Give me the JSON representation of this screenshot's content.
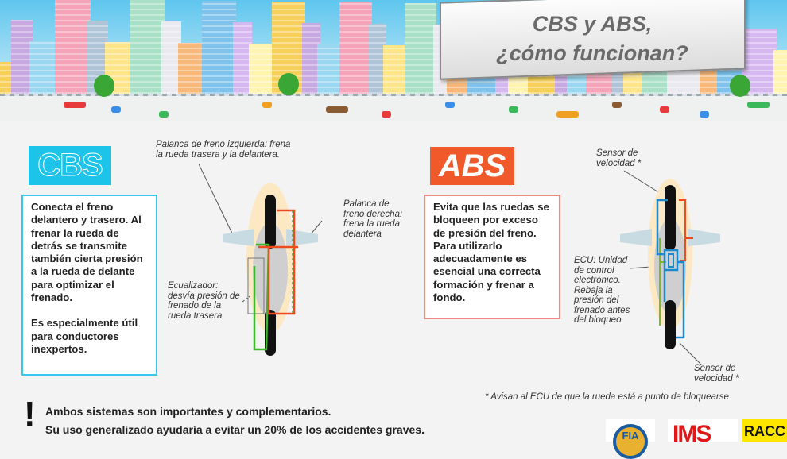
{
  "header": {
    "title_line1": "CBS y ABS,",
    "title_line2": "¿cómo funcionan?"
  },
  "cbs": {
    "logo": "CBS",
    "description": "Conecta el freno delantero y trasero. Al frenar la rueda de detrás se transmite también cierta presión a la rueda de delante para optimizar el frenado.",
    "note": "Es especialmente útil para conductores inexpertos.",
    "labels": {
      "left_lever": "Palanca de freno izquierda: frena la rueda trasera y  la delantera.",
      "right_lever": "Palanca de freno derecha: frena la rueda delantera",
      "equalizer": "Ecualizador: desvía presión de frenado de la rueda trasera"
    }
  },
  "abs": {
    "logo": "ABS",
    "description": "Evita que las ruedas se bloqueen por exceso de presión del freno. Para utilizarlo adecuadamente es esencial una correcta formación y frenar a fondo.",
    "labels": {
      "sensor_top": "Sensor de velocidad *",
      "ecu": "ECU: Unidad de control electrónico. Rebaja la presión del frenado antes del bloqueo",
      "sensor_bottom": "Sensor de velocidad *"
    }
  },
  "footnote": "* Avisan al ECU de que la rueda está a punto de bloquearse",
  "bottom": {
    "icon": "exclamation-icon",
    "mark": "!",
    "line1": "Ambos sistemas son importantes y complementarios.",
    "line2": "Su uso generalizado ayudaría a evitar un 20% de los accidentes graves."
  },
  "sponsors": {
    "fia": "FIA",
    "imc": "IMS",
    "racc": "RACC"
  },
  "colors": {
    "cbs": "#1ec3ea",
    "abs": "#f0592a",
    "green_line": "#3db82c",
    "red_line": "#f04a20",
    "blue_line": "#1a8ad0"
  }
}
